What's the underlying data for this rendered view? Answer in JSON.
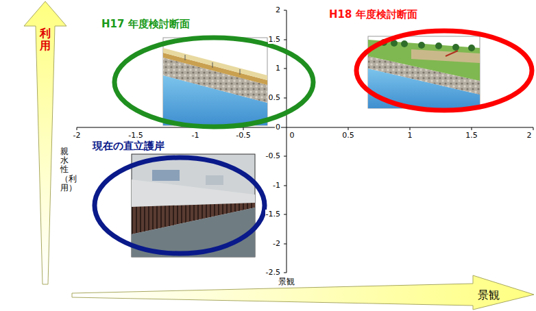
{
  "diagram": {
    "nodes": [
      {
        "text": [
          "H17 年度検討断面"
        ]
      },
      {
        "text": [
          "H18 年度検討断面"
        ]
      },
      {
        "text": [
          "現在の直立護岸"
        ]
      }
    ],
    "labels": [
      "利用",
      "2",
      "1.5",
      "1",
      "0.5",
      "0",
      "-0.5",
      "-1",
      "-1.5",
      "-2",
      "-2.5",
      "-2",
      "-1.5",
      "-1",
      "-0.5",
      "0",
      "0.5",
      "1",
      "1.5",
      "2",
      "親水性（利用）",
      "景観",
      "景観"
    ]
  }
}
